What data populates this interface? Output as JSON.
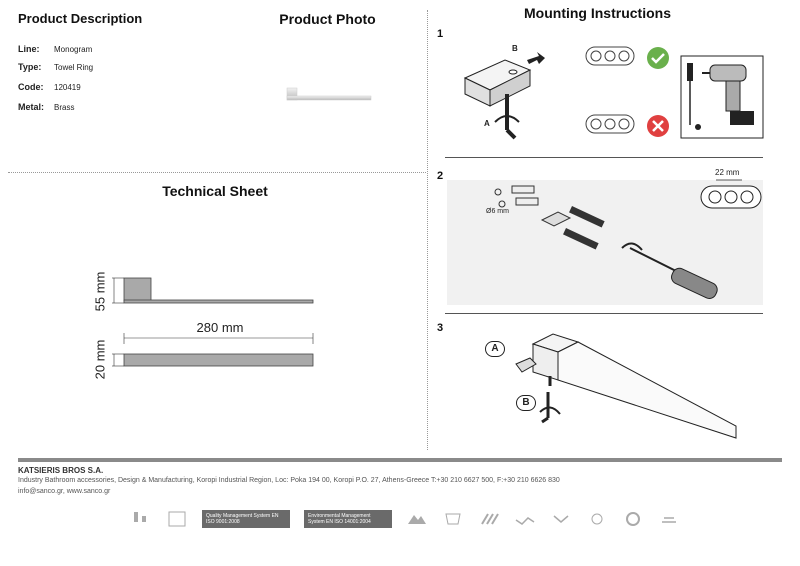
{
  "product_description": {
    "title": "Product Description",
    "specs": [
      {
        "label": "Line:",
        "value": "Monogram"
      },
      {
        "label": "Type:",
        "value": "Towel Ring"
      },
      {
        "label": "Code:",
        "value": "120419"
      },
      {
        "label": "Metal:",
        "value": "Brass"
      }
    ]
  },
  "product_photo": {
    "title": "Product Photo"
  },
  "technical_sheet": {
    "title": "Technical Sheet",
    "height_dim": "55 mm",
    "width_dim": "280 mm",
    "depth_dim": "20 mm"
  },
  "mounting": {
    "title": "Mounting Instructions",
    "steps": [
      {
        "num": "1",
        "label_a": "A",
        "label_b": "B"
      },
      {
        "num": "2",
        "drill_label": "Ø6 mm",
        "spacing_label": "22 mm"
      },
      {
        "num": "3",
        "label_a": "A",
        "label_b": "B"
      }
    ]
  },
  "footer": {
    "company": "KATSIERIS BROS S.A.",
    "address": "Industry Bathroom accessories, Design & Manufacturing, Koropi Industrial Region, Loc: Poka 194 00, Koropi P.O. 27, Athens-Greece  T:+30 210 6627 500, F:+30 210 6626 830",
    "web": "info@sanco.gr, www.sanco.gr",
    "cert_quality": "Quality Management System EN ISO 9001:2008",
    "cert_env": "Environmental Management System EN ISO 14001:2004"
  },
  "colors": {
    "check": "#6ab04c",
    "cross": "#e04040",
    "bar": "#8a8a8a"
  }
}
